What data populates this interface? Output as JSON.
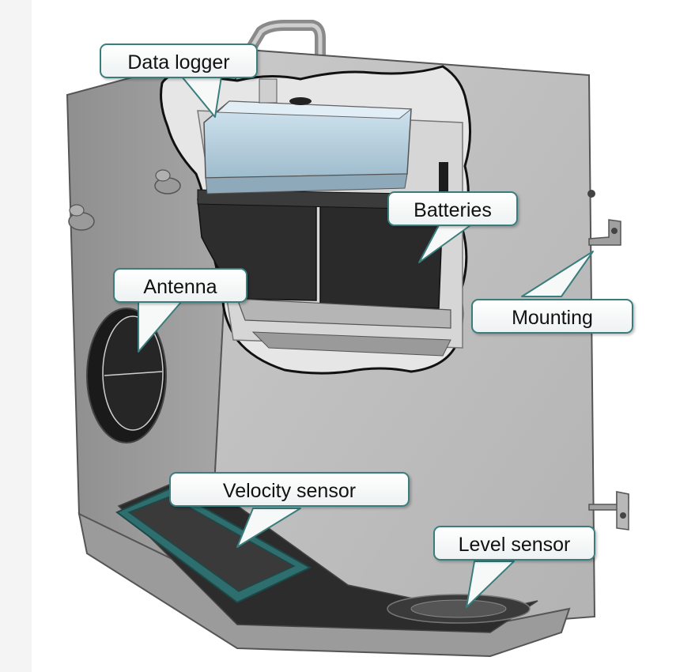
{
  "labels": {
    "data_logger": "Data logger",
    "batteries": "Batteries",
    "antenna": "Antenna",
    "mounting": "Mounting",
    "velocity_sensor": "Velocity sensor",
    "level_sensor": "Level sensor"
  },
  "colors": {
    "callout_border": "#3a7d7d",
    "enclosure": "#bcbcbc",
    "battery": "#2d2d2d",
    "logger": "#b4cfdf",
    "sensor_seal": "#2f6e6e"
  }
}
